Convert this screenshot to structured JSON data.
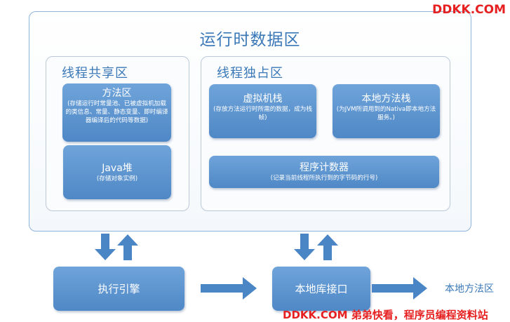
{
  "runtime_area": {
    "title": "运行时数据区"
  },
  "shared_region": {
    "title": "线程共享区",
    "method_area": {
      "title": "方法区",
      "desc": "(存储运行时常量池、已被虚拟机加载的类信息、常量、静态变量、即时编译器编译后的代码等数据)"
    },
    "heap": {
      "title": "Java堆",
      "desc": "(存储对象实例)"
    }
  },
  "private_region": {
    "title": "线程独占区",
    "vm_stack": {
      "title": "虚拟机栈",
      "desc": "(存放方法运行时所需的数据，成为栈帧)"
    },
    "native_stack": {
      "title": "本地方法栈",
      "desc": "(为JVM所调用到的Nativa即本地方法服务。)"
    },
    "pc_register": {
      "title": "程序计数器",
      "desc": "(记录当前线程所执行到的字节码的行号)"
    }
  },
  "execution_engine": {
    "title": "执行引擎"
  },
  "native_interface": {
    "title": "本地库接口"
  },
  "native_method_lib": {
    "title": "本地方法区"
  },
  "watermark": {
    "top": "DDKK.COM",
    "bottom": "DDKK.COM 弟弟快看，程序员编程资料站"
  },
  "colors": {
    "box_fill": "#5b93cf",
    "title_text": "#3a78b8",
    "watermark": "#e62020",
    "arrow": "#4a86c5"
  }
}
